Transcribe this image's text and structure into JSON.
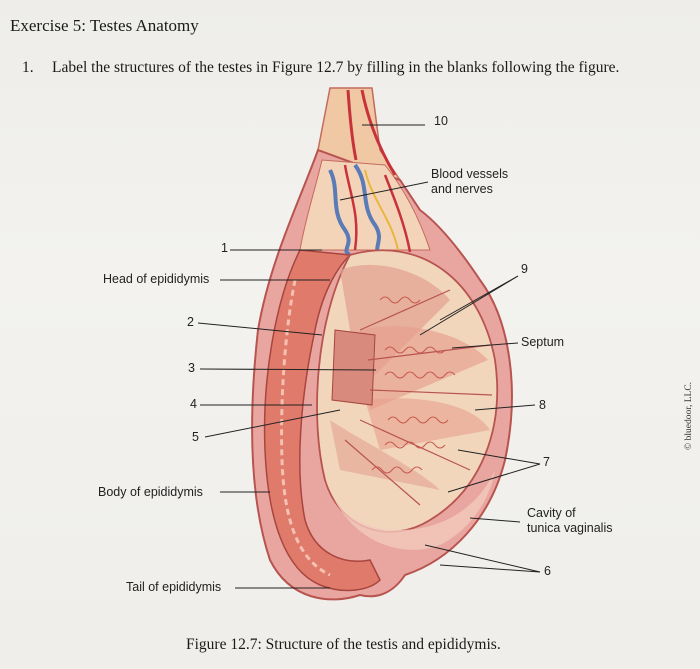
{
  "exercise_title": "Exercise 5: Testes Anatomy",
  "instruction": {
    "number": "1.",
    "text": "Label the structures of the testes in Figure 12.7 by filling in the blanks following the figure."
  },
  "labels": {
    "blood_vessels_line1": "Blood vessels",
    "blood_vessels_line2": "and nerves",
    "ten": "10",
    "nine": "9",
    "septum": "Septum",
    "eight": "8",
    "seven": "7",
    "cavity_line1": "Cavity of",
    "cavity_line2": "tunica vaginalis",
    "six": "6",
    "one": "1",
    "head_of_epididymis": "Head of epididymis",
    "two": "2",
    "three": "3",
    "four": "4",
    "five": "5",
    "body_of_epididymis": "Body of epididymis",
    "tail_of_epididymis": "Tail of epididymis"
  },
  "caption": "Figure 12.7: Structure of the testis and epididymis.",
  "copyright": "© bluedoor, LLC.",
  "colors": {
    "tunica": "#d46e6e",
    "cord": "#f0c8a4",
    "testis_fill": "#f1d6bc",
    "tubule": "#c85a4e",
    "epididymis": "#e07a6a",
    "vein": "#5a7bb6",
    "artery": "#c8323a"
  }
}
